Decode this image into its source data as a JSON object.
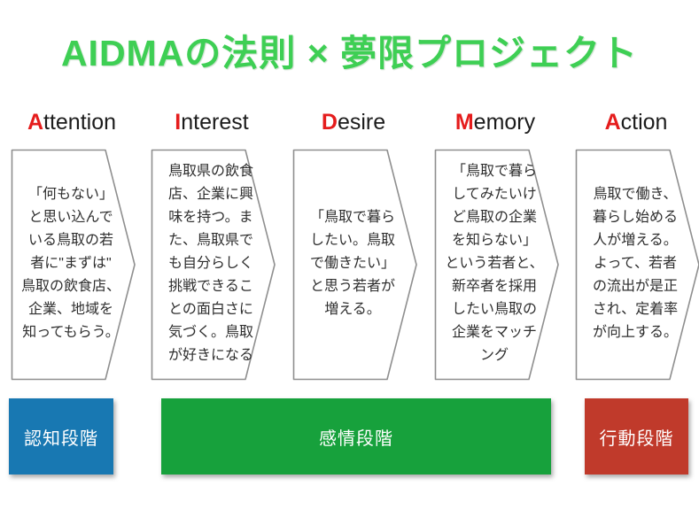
{
  "title": "AIDMAの法則 × 夢限プロジェクト",
  "colors": {
    "title_green": "#3ecf54",
    "initial_red": "#e51c1c",
    "arrow_border_gray": "#8f8f8f",
    "phase_blue": "#1878b2",
    "phase_green": "#17a13c",
    "phase_red": "#c03a2b"
  },
  "stages": [
    {
      "initial": "A",
      "rest": "ttention",
      "description": "「何もない」\nと思い込んで\nいる鳥取の若\n者に\"まずは\"\n鳥取の飲食店、\n企業、地域を\n知ってもらう。"
    },
    {
      "initial": "I",
      "rest": "nterest",
      "description": "鳥取県の飲食\n店、企業に興\n味を持つ。ま\nた、鳥取県で\nも自分らしく\n挑戦できるこ\nとの面白さに\n気づく。鳥取\nが好きになる"
    },
    {
      "initial": "D",
      "rest": "esire",
      "description": "「鳥取で暮ら\nしたい。鳥取\nで働きたい」\nと思う若者が\n増える。"
    },
    {
      "initial": "M",
      "rest": "emory",
      "description": "「鳥取で暮ら\nしてみたいけ\nど鳥取の企業\nを知らない」\nという若者と、\n新卒者を採用\nしたい鳥取の\n企業をマッチ\nング"
    },
    {
      "initial": "A",
      "rest": "ction",
      "description": "鳥取で働き、\n暮らし始める\n人が増える。\nよって、若者\nの流出が是正\nされ、定着率\nが向上する。"
    }
  ],
  "phases": [
    {
      "label": "認知段階"
    },
    {
      "label": "感情段階"
    },
    {
      "label": "行動段階"
    }
  ]
}
